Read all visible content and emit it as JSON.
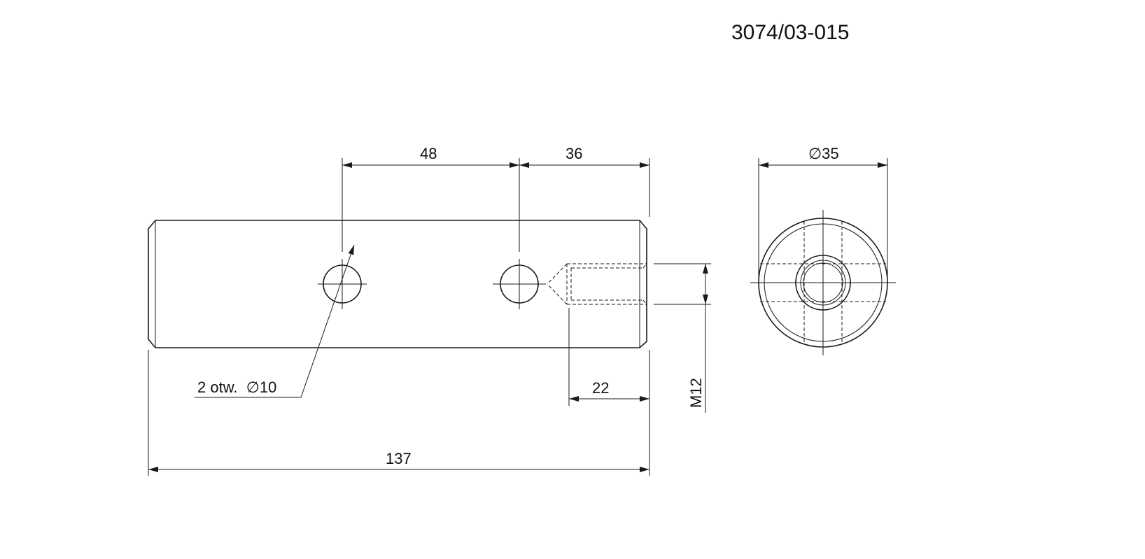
{
  "drawing_number": "3074/03-015",
  "dimensions": {
    "hole_spacing": "48",
    "hole_to_end": "36",
    "diameter": "∅35",
    "thread_depth": "22",
    "thread": "M12",
    "overall_length": "137",
    "holes_note": "2 otw.  ∅10"
  },
  "colors": {
    "line": "#1a1a1a",
    "background": "#ffffff"
  }
}
